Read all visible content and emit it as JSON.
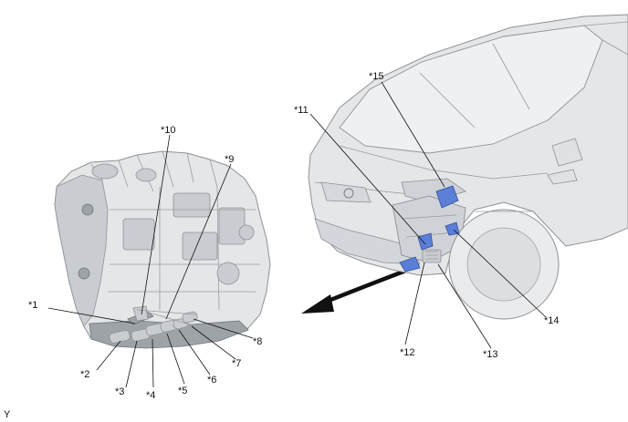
{
  "labels": {
    "l1": "*1",
    "l2": "*2",
    "l3": "*3",
    "l4": "*4",
    "l5": "*5",
    "l6": "*6",
    "l7": "*7",
    "l8": "*8",
    "l9": "*9",
    "l10": "*10",
    "l11": "*11",
    "l12": "*12",
    "l13": "*13",
    "l14": "*14",
    "l15": "*15"
  },
  "corner_mark": "Y",
  "colors": {
    "highlight": "#5b7fd6",
    "part": "#e4e6e8",
    "line": "#111111"
  }
}
